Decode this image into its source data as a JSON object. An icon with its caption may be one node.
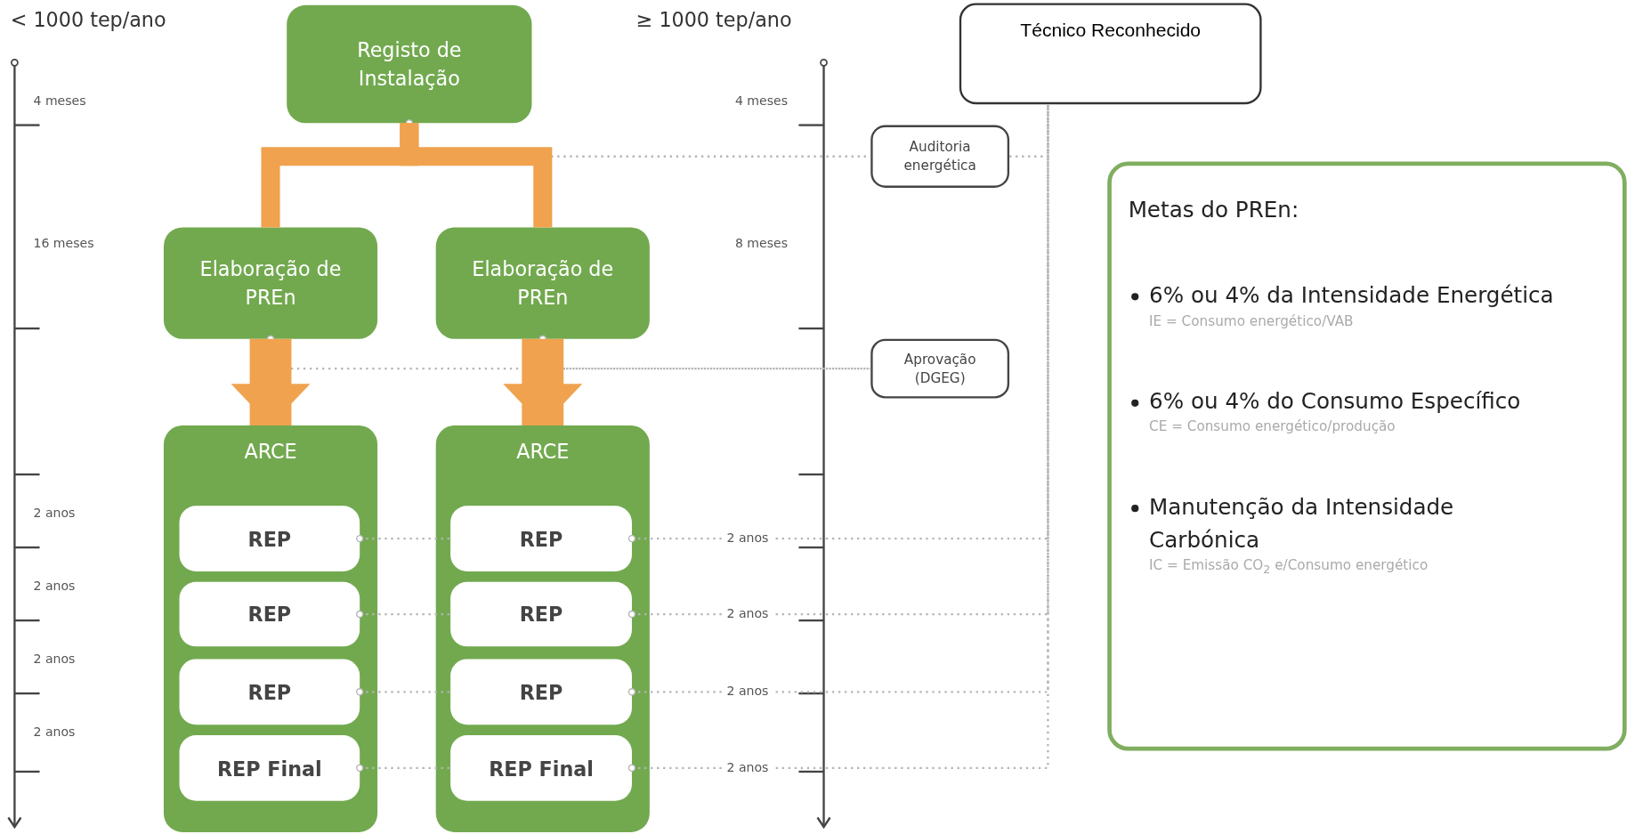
{
  "diagram": {
    "nodes": [
      {
        "text": [
          "Técnico Reconhecido"
        ]
      },
      {
        "text": [
          "Registo de Instalação"
        ]
      },
      {
        "text": [
          "Auditoria energética"
        ]
      },
      {
        "text": [
          "Elaboração de PREn"
        ]
      },
      {
        "text": [
          "Elaboração de PREn"
        ]
      },
      {
        "text": [
          "Aprovação (DGEG)"
        ]
      },
      {
        "text": [
          "ARCE"
        ]
      },
      {
        "text": [
          "REP"
        ],
        "in": 6
      },
      {
        "text": [
          "REP"
        ],
        "in": 6
      },
      {
        "text": [
          "REP"
        ],
        "in": 6
      },
      {
        "text": [
          "REP Final"
        ],
        "in": 6
      },
      {
        "text": [
          "ARCE"
        ]
      },
      {
        "text": [
          "REP"
        ],
        "in": 11
      },
      {
        "text": [
          "REP"
        ],
        "in": 11
      },
      {
        "text": [
          "REP"
        ],
        "in": 11
      },
      {
        "text": [
          "REP Final"
        ],
        "in": 11
      },
      {
        "text": [
          "Metas do PREn:",
          "6% ou 4% da Intensidade Energética",
          "IE = Consumo energético/VAB",
          "6% ou 4% do Consumo Específico",
          "CE = Consumo energético/produção",
          "Manutenção da Intensidade Carbónica",
          "IC = Emissão CO$_{2}$ e/Consumo energético"
        ]
      }
    ],
    "edges": [
      {
        "from": 1,
        "to": 3,
        "arrow": "none",
        "style": "thick",
        "color": "#f0a24e"
      },
      {
        "from": 1,
        "to": 4,
        "arrow": "none",
        "style": "thick",
        "color": "#f0a24e"
      },
      {
        "from": 3,
        "to": 6,
        "arrow": "to",
        "style": "thick",
        "color": "#f0a24e"
      },
      {
        "from": 4,
        "to": 11,
        "arrow": "to",
        "style": "thick",
        "color": "#f0a24e"
      },
      {
        "from": 1,
        "to": 2,
        "arrow": "other",
        "style": "dashed"
      },
      {
        "from": 2,
        "to": 0,
        "arrow": "none",
        "style": "dashed"
      },
      {
        "from": 3,
        "to": 5,
        "arrow": "other",
        "style": "dashed"
      },
      {
        "from": 4,
        "to": 5,
        "arrow": "other",
        "style": "dashed"
      },
      {
        "from": 7,
        "to": 12,
        "arrow": "other",
        "style": "dashed"
      },
      {
        "from": 12,
        "to": 0,
        "arrow": "other",
        "style": "dashed",
        "label": "2 anos"
      },
      {
        "from": 8,
        "to": 13,
        "arrow": "other",
        "style": "dashed"
      },
      {
        "from": 13,
        "to": 0,
        "arrow": "other",
        "style": "dashed",
        "label": "2 anos"
      },
      {
        "from": 9,
        "to": 14,
        "arrow": "other",
        "style": "dashed"
      },
      {
        "from": 14,
        "to": 0,
        "arrow": "other",
        "style": "dashed",
        "label": "2 anos"
      },
      {
        "from": 10,
        "to": 15,
        "arrow": "other",
        "style": "dashed"
      },
      {
        "from": 15,
        "to": 0,
        "arrow": "other",
        "style": "dashed",
        "label": "2 anos"
      }
    ],
    "labels": [
      "< 1000 tep/ano",
      "≥ 1000 tep/ano",
      "4 meses",
      "4 meses",
      "16 meses",
      "8 meses",
      "2 anos",
      "2 anos",
      "2 anos",
      "2 anos"
    ]
  }
}
